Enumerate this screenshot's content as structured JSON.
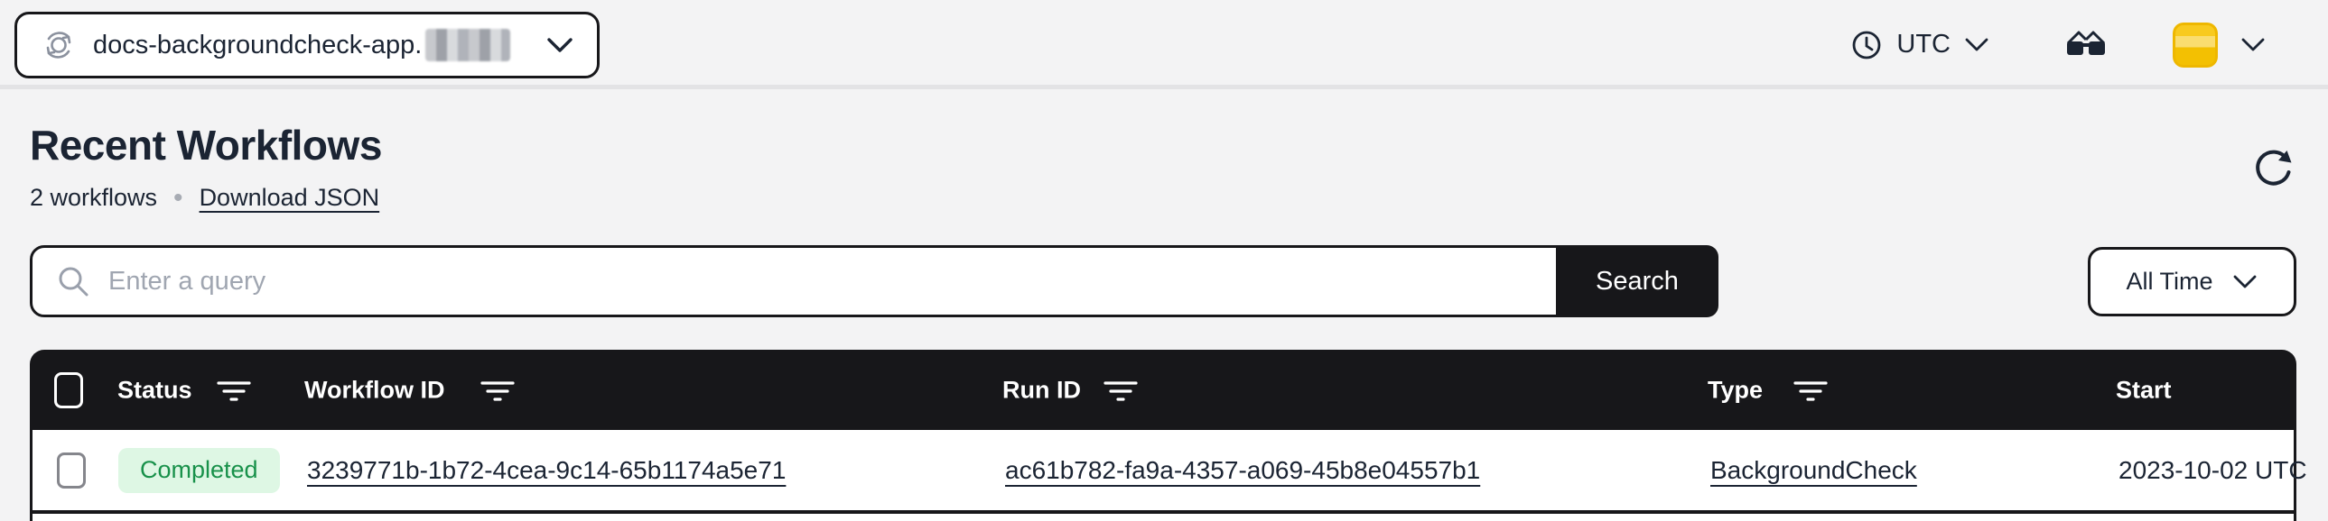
{
  "header_bar": {
    "namespace_selector": {
      "value": "docs-backgroundcheck-app."
    },
    "timezone": {
      "label": "UTC"
    }
  },
  "page_header": {
    "title": "Recent Workflows",
    "workflow_count": "2 workflows",
    "separator": "•",
    "download_link": "Download JSON"
  },
  "toolbar": {
    "search_placeholder": "Enter a query",
    "search_button": "Search",
    "time_filter": "All Time"
  },
  "table": {
    "columns": [
      {
        "label": "Status"
      },
      {
        "label": "Workflow ID"
      },
      {
        "label": "Run ID"
      },
      {
        "label": "Type"
      },
      {
        "label": "Start"
      }
    ],
    "rows": [
      {
        "status": "Completed",
        "workflow_id": "3239771b-1b72-4cea-9c14-65b1174a5e71",
        "run_id": "ac61b782-fa9a-4357-a069-45b8e04557b1",
        "type": "BackgroundCheck",
        "start": "2023-10-02 UTC"
      }
    ]
  },
  "colors": {
    "page_bg": "#f3f3f4",
    "accent_dark": "#17171a",
    "text_primary": "#1b2433",
    "status_completed_bg": "#def7e4",
    "status_completed_text": "#18914a",
    "avatar_gold": "#f2c21c"
  }
}
